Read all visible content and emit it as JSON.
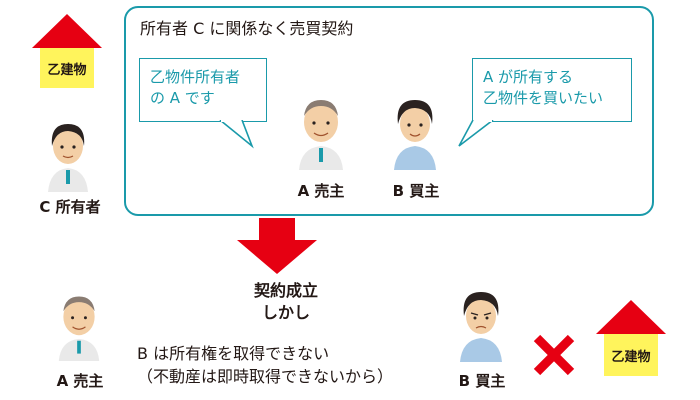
{
  "frame": {
    "title": "所有者 C に関係なく売買契約"
  },
  "bubbles": {
    "seller": {
      "line1": "乙物件所有者",
      "line2": "の A です"
    },
    "buyer": {
      "line1": "A が所有する",
      "line2": "乙物件を買いたい"
    }
  },
  "people": {
    "owner_c": "C 所有者",
    "seller_top": "A 売主",
    "buyer_top": "B 買主",
    "seller_bottom": "A 売主",
    "buyer_bottom": "B 買主"
  },
  "houses": {
    "top_left": "乙建物",
    "bottom_right": "乙建物"
  },
  "result": {
    "line1": "契約成立",
    "line2": "しかし"
  },
  "explanation": {
    "line1": "B は所有権を取得できない",
    "line2": "（不動産は即時取得できないから）"
  },
  "colors": {
    "accent": "#1a9aaa",
    "red": "#e60012",
    "yellow": "#fff45c"
  }
}
